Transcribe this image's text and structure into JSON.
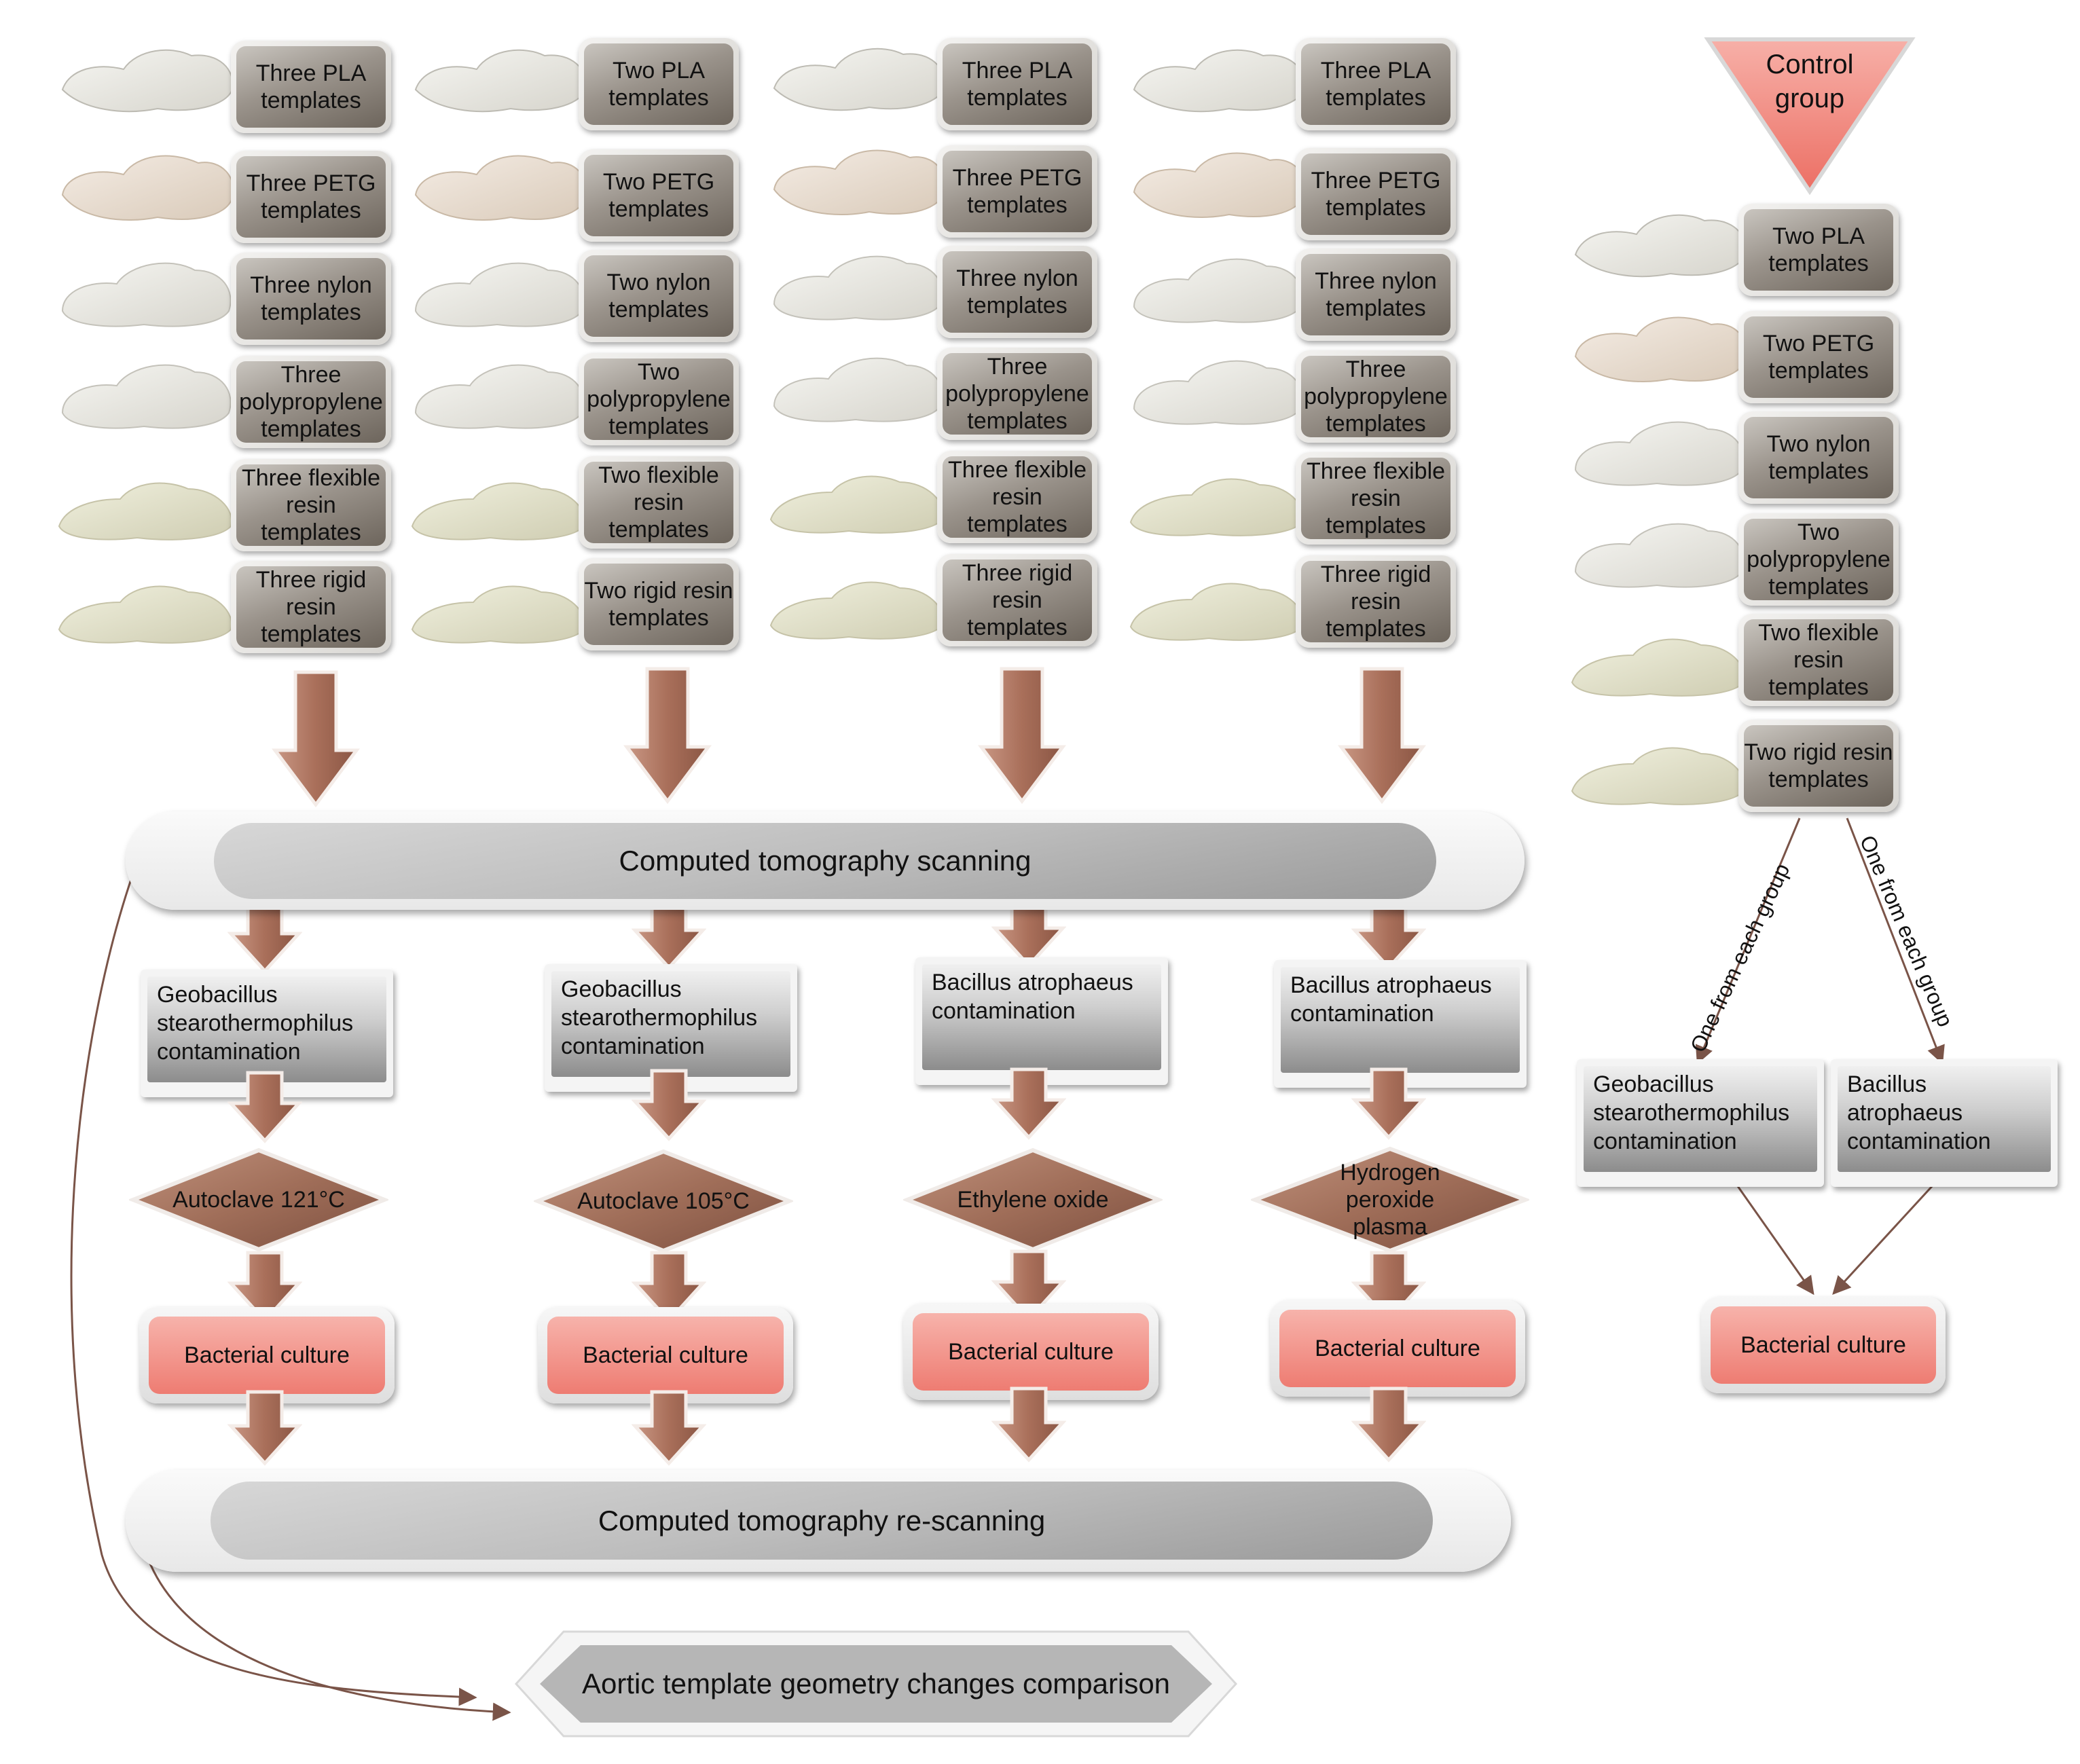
{
  "columns": [
    {
      "templates": [
        "Three PLA templates",
        "Three PETG templates",
        "Three nylon templates",
        "Three polypropylene templates",
        "Three flexible resin templates",
        "Three rigid resin templates"
      ],
      "contamination": "Geobacillus stearothermophilus contamination",
      "sterilization": "Autoclave 121°C",
      "culture": "Bacterial culture"
    },
    {
      "templates": [
        "Two PLA templates",
        "Two PETG templates",
        "Two nylon templates",
        "Two polypropylene templates",
        "Two flexible resin templates",
        "Two rigid resin templates"
      ],
      "contamination": "Geobacillus stearothermophilus contamination",
      "sterilization": "Autoclave 105°C",
      "culture": "Bacterial culture"
    },
    {
      "templates": [
        "Three PLA templates",
        "Three PETG templates",
        "Three nylon templates",
        "Three polypropylene templates",
        "Three flexible resin templates",
        "Three rigid resin templates"
      ],
      "contamination": "Bacillus atrophaeus contamination",
      "sterilization": "Ethylene oxide",
      "culture": "Bacterial culture"
    },
    {
      "templates": [
        "Three PLA templates",
        "Three PETG templates",
        "Three nylon templates",
        "Three polypropylene templates",
        "Three flexible resin templates",
        "Three rigid resin templates"
      ],
      "contamination": "Bacillus atrophaeus contamination",
      "sterilization": "Hydrogen peroxide plasma",
      "culture": "Bacterial culture"
    }
  ],
  "control": {
    "title": "Control group",
    "templates": [
      "Two PLA templates",
      "Two PETG templates",
      "Two nylon templates",
      "Two polypropylene templates",
      "Two flexible resin templates",
      "Two rigid resin templates"
    ],
    "branch_label_left": "One from each group",
    "branch_label_right": "One from each group",
    "contamination_left": "Geobacillus stearothermophilus contamination",
    "contamination_right": "Bacillus atrophaeus contamination",
    "culture": "Bacterial culture"
  },
  "ct_scan": "Computed tomography scanning",
  "ct_rescan": "Computed tomography re-scanning",
  "comparison": "Aortic template geometry changes comparison",
  "colors": {
    "arrow_fill": "#b9806a",
    "arrow_dark": "#8f5a47",
    "diamond_fill": "#a2705a",
    "culture_fill": "#ee7c72",
    "triangle_fill": "#f08a80",
    "connector": "#7a5448"
  }
}
